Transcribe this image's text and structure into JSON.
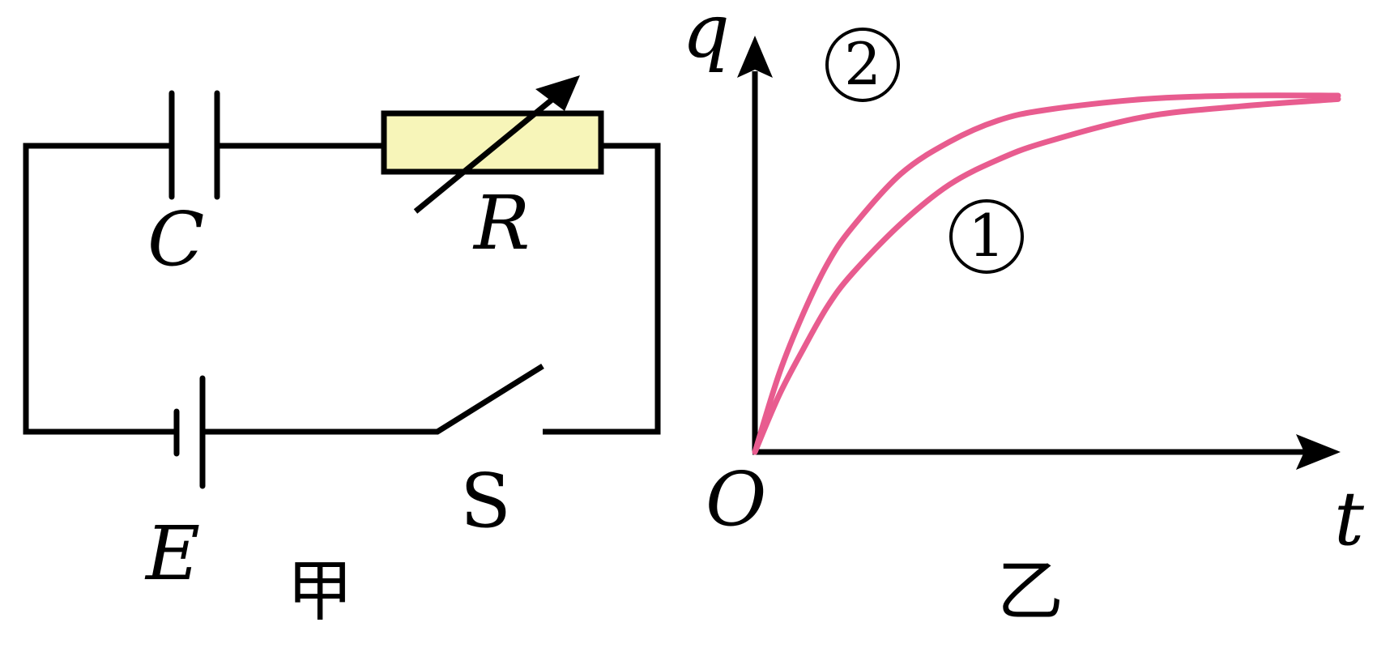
{
  "figure_a": {
    "caption": "甲",
    "labels": {
      "capacitor": "C",
      "resistor": "R",
      "battery": "E",
      "switch": "S"
    },
    "colors": {
      "wire": "#000000",
      "resistor_fill": "#f7f5b9"
    }
  },
  "figure_b": {
    "caption": "乙",
    "labels": {
      "y_axis": "q",
      "x_axis": "t",
      "origin": "O",
      "curve_1": "1",
      "curve_2": "2"
    },
    "colors": {
      "curve": "#e85c8f",
      "axis": "#000000"
    }
  },
  "chart_data": {
    "type": "line",
    "title": "",
    "xlabel": "t",
    "ylabel": "q",
    "x": [
      0,
      0.25,
      0.5,
      0.75,
      1.0,
      1.5,
      2.0,
      2.5,
      3.0,
      4.0,
      5.0,
      6.0
    ],
    "series": [
      {
        "name": "1",
        "values": [
          0,
          0.16,
          0.29,
          0.41,
          0.5,
          0.64,
          0.75,
          0.82,
          0.87,
          0.94,
          0.97,
          0.99
        ]
      },
      {
        "name": "2",
        "values": [
          0,
          0.22,
          0.39,
          0.53,
          0.63,
          0.78,
          0.87,
          0.93,
          0.96,
          0.99,
          1.0,
          1.0
        ]
      }
    ],
    "grid": false,
    "legend": "none"
  }
}
